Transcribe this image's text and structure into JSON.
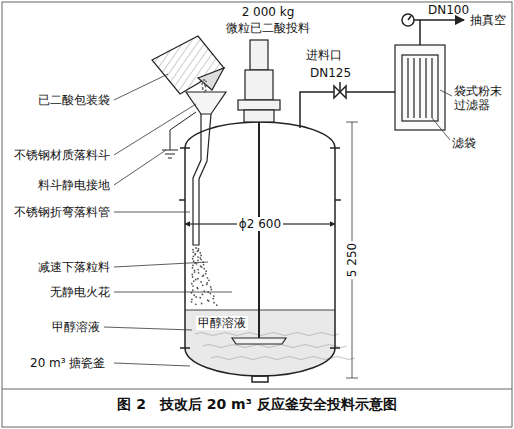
{
  "diagram": {
    "caption": "图 2　技改后 20 m³ 反应釜安全投料示意图",
    "labels": [
      "2 000 kg",
      "微粒已二酸投料",
      "DN100",
      "抽真空",
      "进料口",
      "DN125",
      "袋式粉末过滤器",
      "滤袋",
      "已二酸包装袋",
      "不锈钢材质落料斗",
      "料斗静电接地",
      "不锈钢折弯落料管",
      "ϕ2 600",
      "减速下落粒料",
      "无静电火花",
      "甲醇溶液",
      "甲醇溶液",
      "5 250",
      "20 m³ 搪瓷釜"
    ]
  }
}
